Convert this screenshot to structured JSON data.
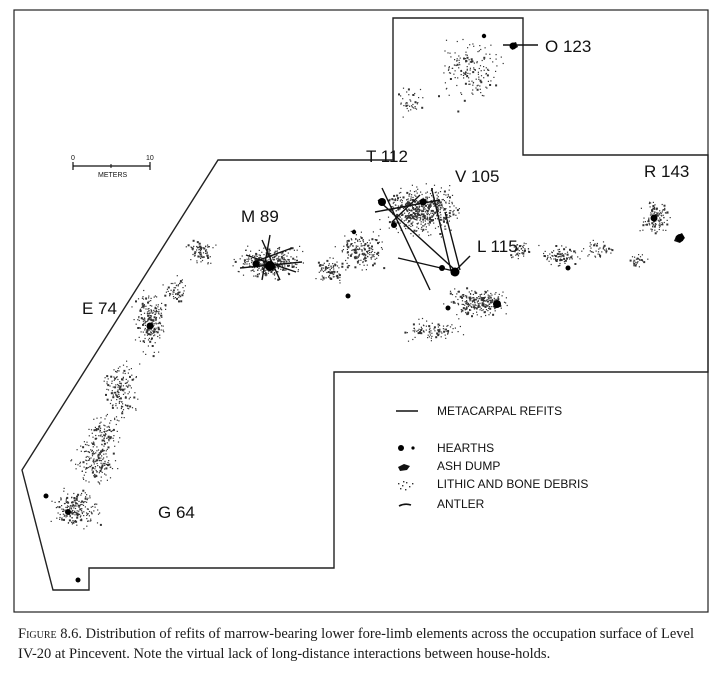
{
  "figure": {
    "labels": {
      "o123": "O 123",
      "t112": "T 112",
      "v105": "V 105",
      "r143": "R 143",
      "m89": "M 89",
      "l115": "L 115",
      "e74": "E 74",
      "g64": "G 64"
    },
    "scale": {
      "start": "0",
      "end": "10",
      "unit": "METERS"
    },
    "legend": [
      {
        "label": "METACARPAL REFITS",
        "symbol": "line"
      },
      {
        "label": "HEARTHS",
        "symbol": "hearth"
      },
      {
        "label": "ASH DUMP",
        "symbol": "ash"
      },
      {
        "label": "LITHIC AND BONE DEBRIS",
        "symbol": "debris"
      },
      {
        "label": "ANTLER",
        "symbol": "antler"
      }
    ]
  },
  "caption": {
    "lead": "Figure 8.6.",
    "text": "Distribution of refits of marrow-bearing lower fore-limb elements across the occupation surface of Level IV-20 at Pincevent. Note the virtual lack of long-distance interactions between house-holds."
  }
}
